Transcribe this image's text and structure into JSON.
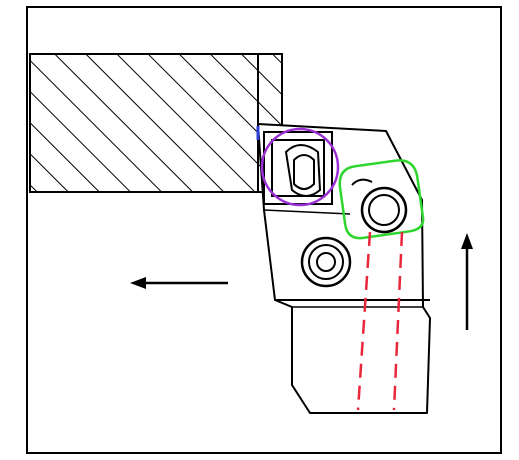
{
  "diagram": {
    "colors": {
      "background": "#ffffff",
      "line": "#000000",
      "insert_outline": "#9b2fd6",
      "insert_marker": "#2b3fd6",
      "roller_outline": "#2fd62f",
      "coolant_channel": "#e8283a"
    },
    "elements": {
      "frame": "border-frame",
      "workpiece": "hatched-workpiece",
      "tool_holder": "tool-holder-body",
      "insert": "cutting-insert",
      "roller": "burnishing-roller",
      "clamp_screw": "clamp-screw",
      "coolant": "coolant-channels",
      "feed_left": "arrow-left-icon",
      "feed_up": "arrow-up-icon"
    }
  }
}
